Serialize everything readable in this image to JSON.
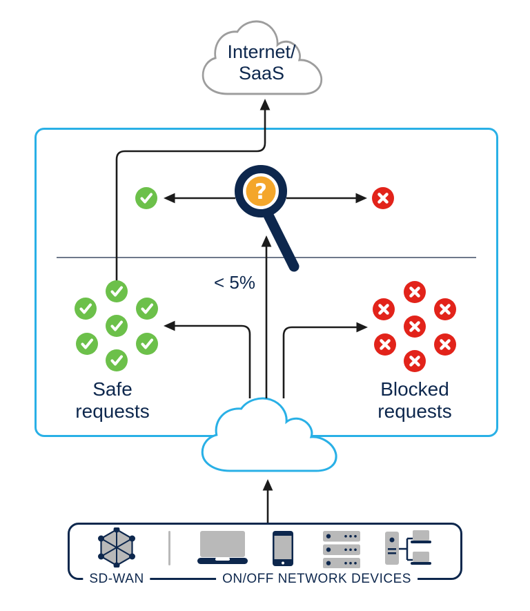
{
  "diagram": {
    "internet_cloud": {
      "line1": "Internet/",
      "line2": "SaaS"
    },
    "inspector": {
      "glyph": "?"
    },
    "threshold": "< 5%",
    "safe": {
      "line1": "Safe",
      "line2": "requests",
      "count": 7
    },
    "blocked": {
      "line1": "Blocked",
      "line2": "requests",
      "count": 7
    },
    "footer": {
      "sdwan": "SD-WAN",
      "devices": "ON/OFF NETWORK DEVICES"
    },
    "colors": {
      "navy": "#0d274d",
      "sky_blue": "#29b0e6",
      "green": "#6cc04a",
      "red": "#e2231a",
      "orange": "#f4a62a",
      "icon_gray": "#b9b9b9",
      "cloud_outline_gray": "#9d9d9d",
      "connector_black": "#1b1b1b"
    },
    "icons": {
      "magnifier": "magnifier-question-icon",
      "safe_badge": "check-circle-icon",
      "blocked_badge": "x-circle-icon",
      "internet": "cloud-icon",
      "resolver": "cloud-icon",
      "sdwan": "sdwan-mesh-icon",
      "device_1": "laptop-icon",
      "device_2": "phone-icon",
      "device_3": "server-stack-icon",
      "device_4": "desktop-network-icon"
    }
  }
}
